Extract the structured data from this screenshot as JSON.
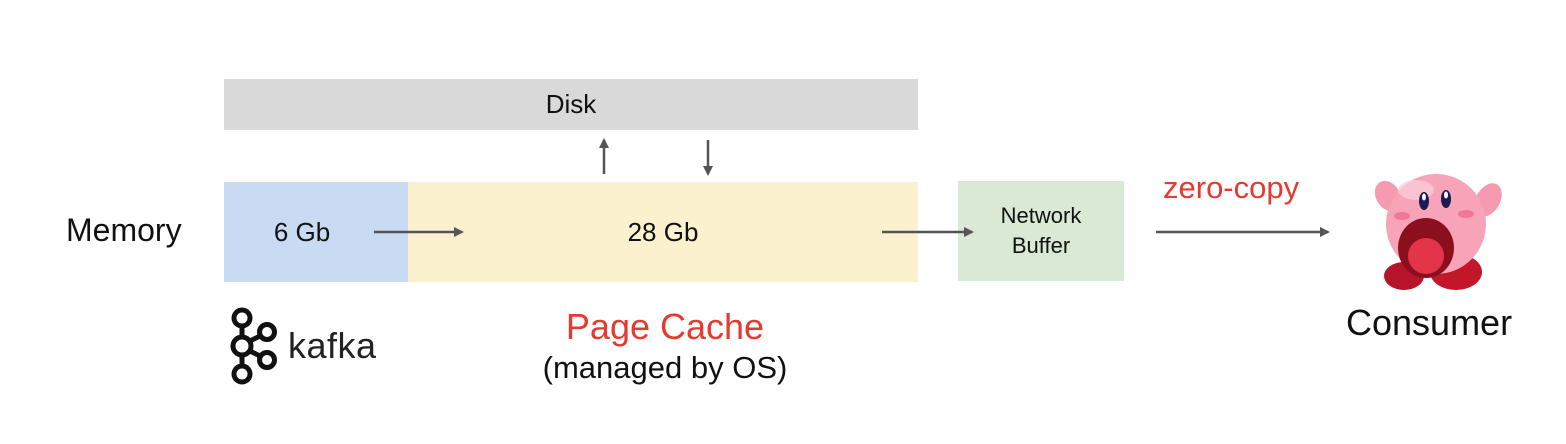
{
  "disk": {
    "label": "Disk"
  },
  "memory": {
    "label": "Memory"
  },
  "blocks": {
    "kafka_heap": "6 Gb",
    "page_cache": "28 Gb"
  },
  "network_buffer": {
    "line1": "Network",
    "line2": "Buffer"
  },
  "page_cache_caption": {
    "title": "Page Cache",
    "subtitle": "(managed by OS)"
  },
  "zero_copy": {
    "label": "zero-copy"
  },
  "consumer": {
    "label": "Consumer",
    "icon": "kirby-icon"
  },
  "kafka_logo": {
    "text": "kafka",
    "icon": "kafka-logo-icon"
  },
  "colors": {
    "disk": "#d9d9d9",
    "kafka_heap": "#c9daf3",
    "page_cache": "#fcf1cf",
    "network_buffer": "#d9e9d3",
    "accent_red": "#e53a2f",
    "arrow": "#555555"
  }
}
